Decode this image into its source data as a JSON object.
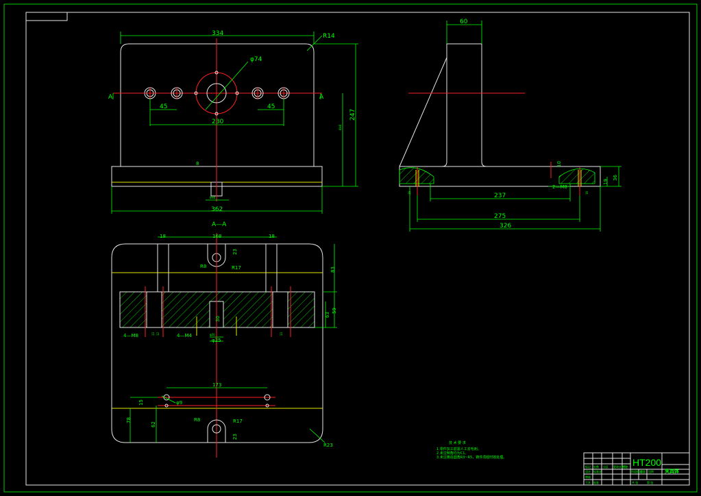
{
  "drawing": {
    "section_label": "A—A",
    "cut_mark": "A",
    "material": "HT200",
    "part_name": "夹具体",
    "notes": {
      "title": "技 术 要 求",
      "lines": [
        "1.零件加工前需人工去毛刺。",
        "2.未注倒角均为C1。",
        "3.未注铸造圆角R3~R5，铸件须经时效处理。"
      ]
    },
    "title_block": {
      "cells": [
        "标记",
        "处数",
        "分区",
        "更改文件号",
        "签名",
        "年月日",
        "设计",
        "标准化",
        "审核",
        "工艺",
        "批准",
        "阶段标记",
        "重量",
        "比例",
        "共 张",
        "第 张"
      ]
    }
  },
  "front_view": {
    "dims": {
      "top_width": "334",
      "corner_radius": "R14",
      "big_hole": "φ74",
      "hole_pitch_left": "45",
      "hole_pitch_right": "45",
      "hole_span": "230",
      "height": "247",
      "side_small": "8H8",
      "slot_small": "8H8",
      "base_width": "362",
      "tag": "8"
    }
  },
  "side_view": {
    "dims": {
      "wall_thickness": "60",
      "inner_span": "237",
      "bolt_span": "275",
      "total_length": "326",
      "base_height": "36",
      "base_step": "19",
      "thread": "2—M8",
      "left_thread": "16",
      "right_thread": "16",
      "mark": "10"
    }
  },
  "top_view": {
    "dims": {
      "slot_width": "168",
      "rib_left": "18",
      "rib_right": "18",
      "slot_depth": "23",
      "r_inner": "R8",
      "r_outer": "R17",
      "depth_right": "83",
      "h1": "63",
      "h2": "59",
      "thread_left": "4—M8",
      "thread_mid": "4—M4",
      "bore_depth": "30",
      "bore_small": "φ20",
      "bore_dia": "φ25",
      "small_left_1": "13",
      "small_left_2": "12",
      "small_right": "13",
      "pin_span": "173",
      "pin_hole": "φ9",
      "pin_offset": "15",
      "r8_bottom": "R8",
      "r17_bottom": "R17",
      "bottom_depth": "23",
      "corner": "R23",
      "dim_78": "78",
      "dim_62": "62"
    }
  }
}
